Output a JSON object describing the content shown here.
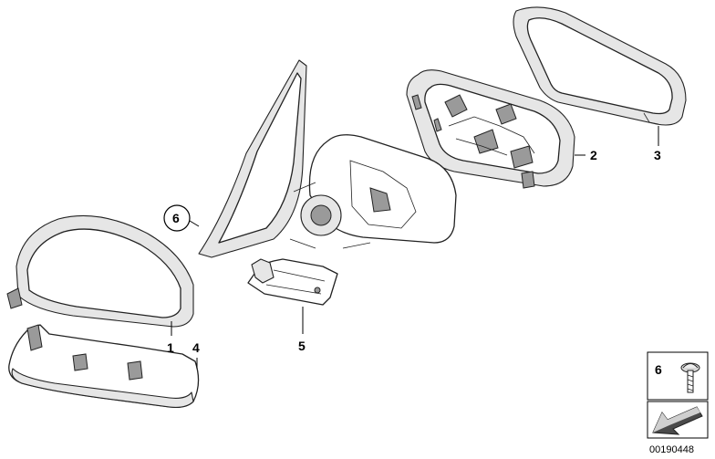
{
  "diagram": {
    "callouts": {
      "part_1": "1",
      "part_2": "2",
      "part_3": "3",
      "part_4": "4",
      "part_5": "5",
      "part_6": "6"
    },
    "legend": {
      "screw_label": "6"
    },
    "document_number": "00190448"
  }
}
